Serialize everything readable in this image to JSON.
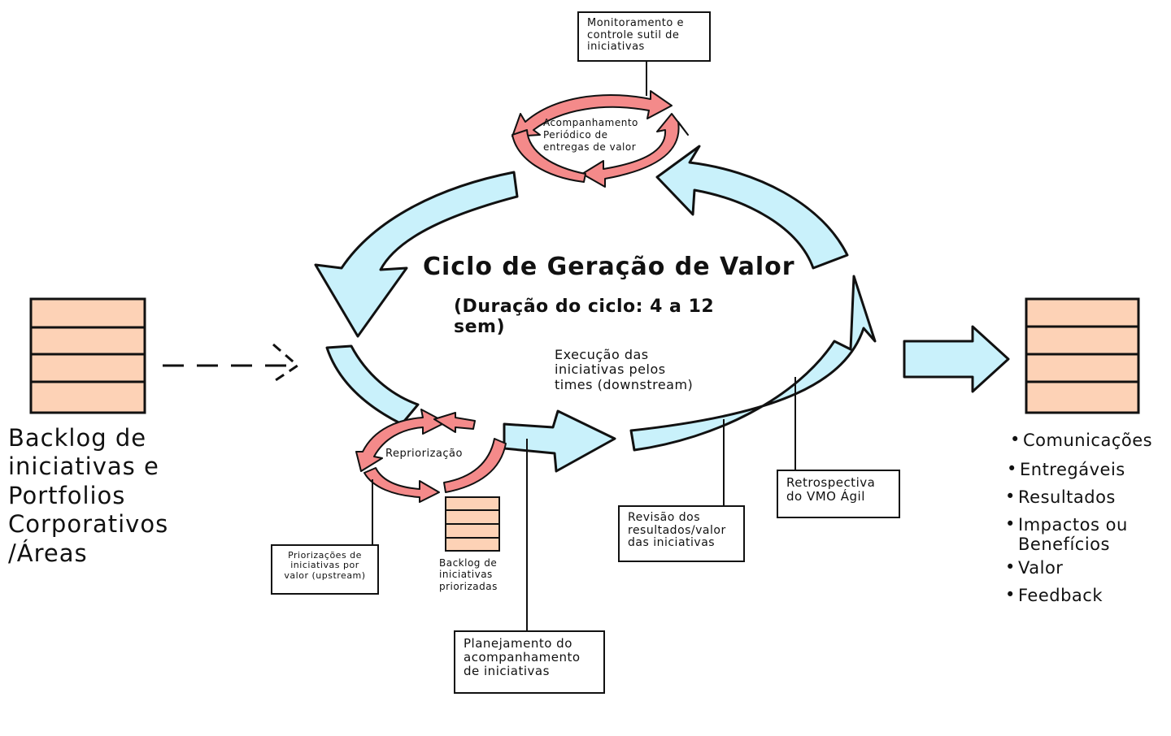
{
  "cycle": {
    "title": "Ciclo de Geração de Valor",
    "duration": "(Duração do ciclo: 4 a 12 sem)"
  },
  "backlog_left": {
    "lines": [
      "Backlog de",
      "iniciativas e",
      "Portfolios",
      "Corporativos",
      "/Áreas"
    ]
  },
  "reprioritization": {
    "label": "Repriorização"
  },
  "periodic_tracking": {
    "label": "Acompanhamento Periódico de entregas de valor"
  },
  "execution": {
    "label": "Execução das iniciativas pelos times (downstream)"
  },
  "callouts": {
    "monitoring": "Monitoramento e controle sutil de iniciativas",
    "prioritizations": "Priorizações de iniciativas por valor (upstream)",
    "prioritized_backlog": "Backlog de iniciativas priorizadas",
    "planning": "Planejamento do acompanhamento de iniciativas",
    "review": "Revisão dos resultados/valor das iniciativas",
    "retrospective": "Retrospectiva do VMO Ágil"
  },
  "outputs": {
    "items": [
      "Comunicações",
      "Entregáveis",
      "Resultados",
      "Impactos ou Benefícios",
      "Valor",
      "Feedback"
    ]
  },
  "colors": {
    "big_arrow_fill": "#c9f1fb",
    "small_arrow_fill": "#f48a8a",
    "backlog_fill": "#fdd2b6",
    "stroke": "#111111"
  }
}
